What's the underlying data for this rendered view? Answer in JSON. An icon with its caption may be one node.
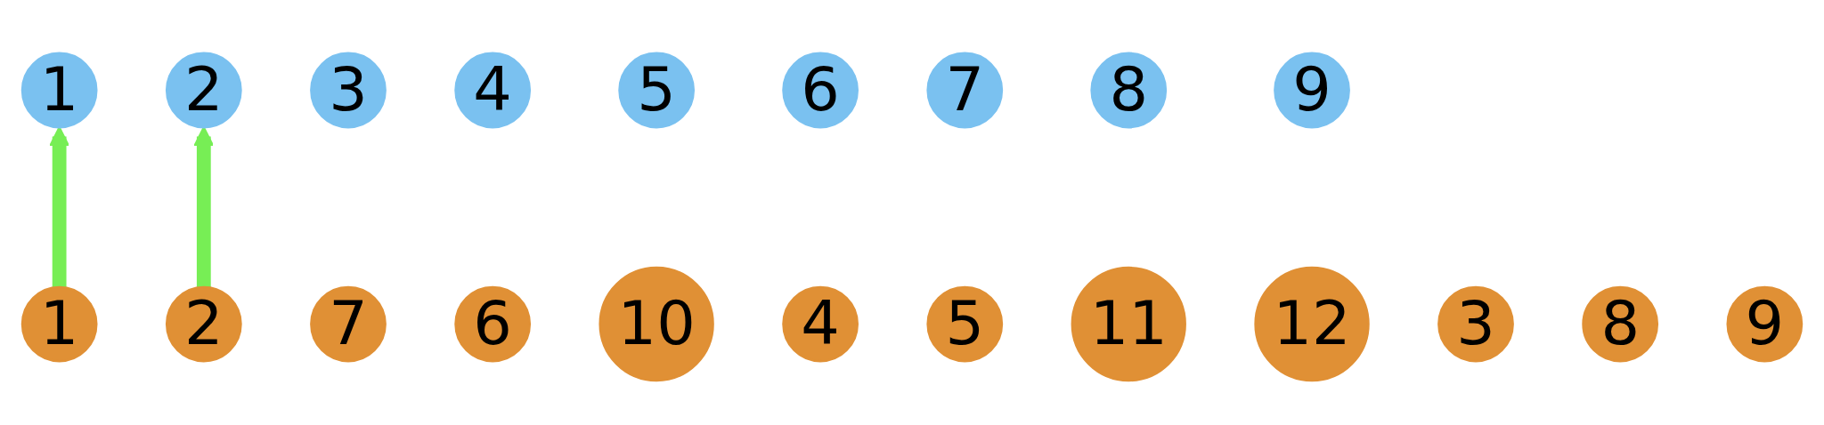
{
  "diagram": {
    "nodes": [
      {
        "text": [
          "1"
        ]
      },
      {
        "text": [
          "2"
        ]
      },
      {
        "text": [
          "3"
        ]
      },
      {
        "text": [
          "4"
        ]
      },
      {
        "text": [
          "5"
        ]
      },
      {
        "text": [
          "6"
        ]
      },
      {
        "text": [
          "7"
        ]
      },
      {
        "text": [
          "8"
        ]
      },
      {
        "text": [
          "9"
        ]
      },
      {
        "text": [
          "1"
        ]
      },
      {
        "text": [
          "2"
        ]
      },
      {
        "text": [
          "7"
        ]
      },
      {
        "text": [
          "6"
        ]
      },
      {
        "text": [
          "10"
        ]
      },
      {
        "text": [
          "4"
        ]
      },
      {
        "text": [
          "5"
        ]
      },
      {
        "text": [
          "11"
        ]
      },
      {
        "text": [
          "12"
        ]
      },
      {
        "text": [
          "3"
        ]
      },
      {
        "text": [
          "8"
        ]
      },
      {
        "text": [
          "9"
        ]
      }
    ],
    "edges": [
      {
        "from": 9,
        "to": 0,
        "arrow": "to"
      },
      {
        "from": 10,
        "to": 1,
        "arrow": "to"
      }
    ]
  }
}
